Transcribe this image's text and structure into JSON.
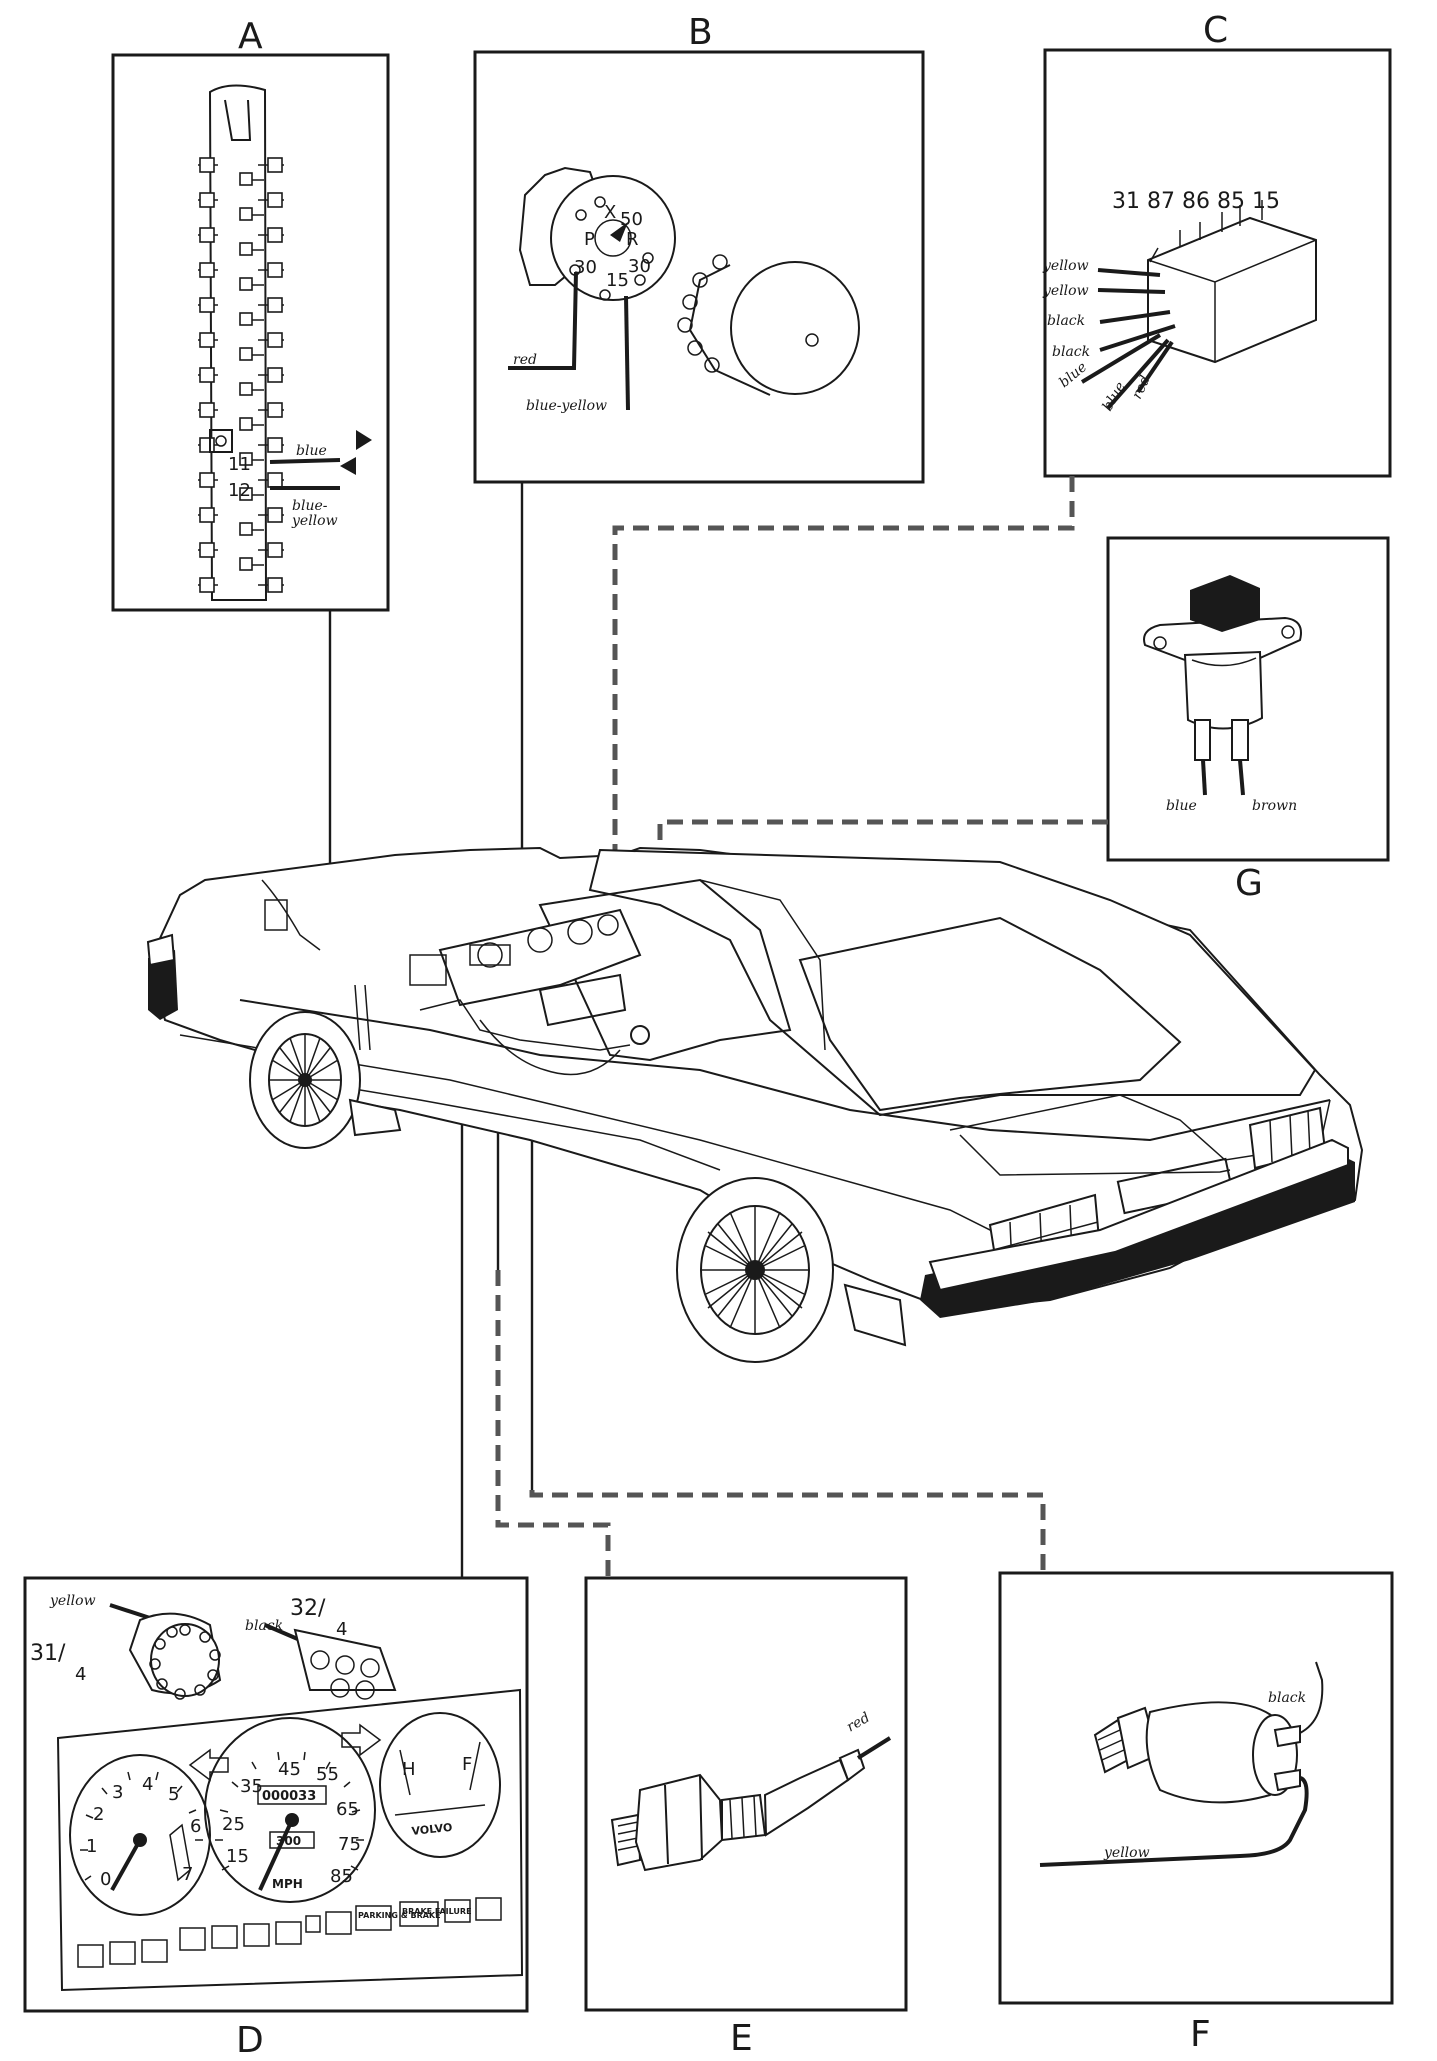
{
  "panels": {
    "a": {
      "letter": "A",
      "terminals": [
        "11",
        "12"
      ],
      "wires": [
        "blue",
        "blue-",
        "yellow"
      ]
    },
    "b": {
      "letter": "B",
      "positions": [
        "X",
        "50",
        "P",
        "R",
        "30",
        "30",
        "15"
      ],
      "wires": [
        "red",
        "blue-yellow"
      ]
    },
    "c": {
      "letter": "C",
      "terminals": "31 87 86 85 15",
      "wires": [
        "yellow",
        "yellow",
        "black",
        "black",
        "blue",
        "blue",
        "red"
      ]
    },
    "d": {
      "letter": "D",
      "connectors": [
        "31/",
        "4",
        "32/",
        "4"
      ],
      "wires": [
        "yellow",
        "black"
      ],
      "rpm_scale": [
        "0",
        "1",
        "2",
        "3",
        "4",
        "5",
        "6",
        "7"
      ],
      "speed_scale": [
        "15",
        "25",
        "35",
        "45",
        "55",
        "65",
        "75",
        "85"
      ],
      "odometer": "000033",
      "trip": "300",
      "speed_unit": "MPH",
      "temp_marks": [
        "H",
        "F"
      ],
      "brand": "VOLVO",
      "warnings": [
        "PARKING & BRAKE",
        "BRAKE FAILURE"
      ]
    },
    "e": {
      "letter": "E",
      "wires": [
        "red"
      ]
    },
    "f": {
      "letter": "F",
      "wires": [
        "black",
        "yellow"
      ]
    },
    "g": {
      "letter": "G",
      "wires": [
        "blue",
        "brown"
      ]
    }
  },
  "colors": {
    "ink": "#1a1a1a",
    "leader_dashed": "#555555",
    "paper": "#ffffff"
  }
}
